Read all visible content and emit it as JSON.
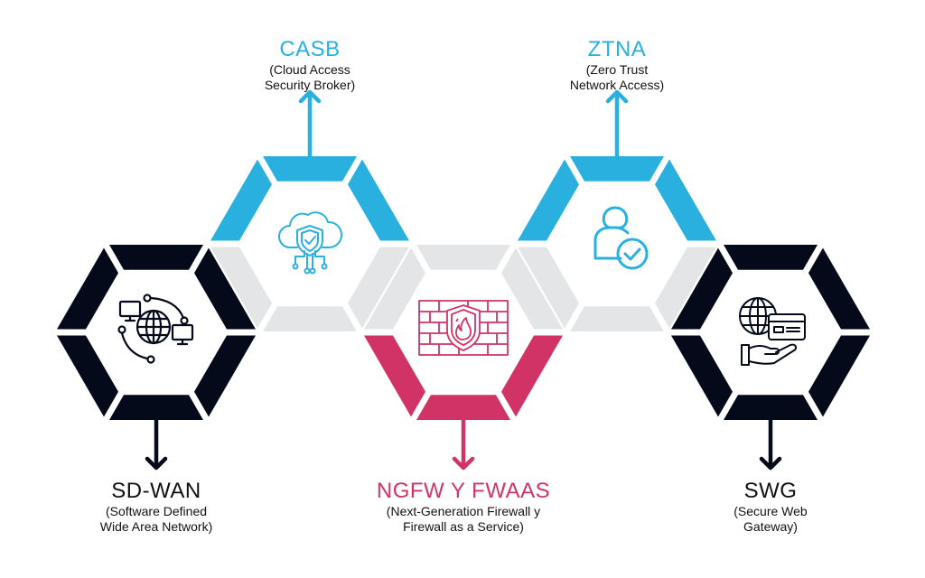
{
  "colors": {
    "blue": "#29b0de",
    "dark": "#050a1a",
    "pink": "#d13366",
    "gray": "#e4e5e7",
    "text_dark": "#111111"
  },
  "nodes": [
    {
      "id": "sdwan",
      "title": "SD-WAN",
      "subtitle_lines": [
        "(Software Defined",
        "Wide Area Network)"
      ],
      "color": "dark",
      "icon": "network-globe-icon",
      "arrow": "down"
    },
    {
      "id": "casb",
      "title": "CASB",
      "subtitle_lines": [
        "(Cloud Access",
        "Security Broker)"
      ],
      "color": "blue",
      "icon": "cloud-shield-icon",
      "arrow": "up"
    },
    {
      "id": "ngfw",
      "title": "NGFW Y FWAAS",
      "subtitle_lines": [
        "(Next-Generation Firewall y",
        "Firewall as a Service)"
      ],
      "color": "pink",
      "icon": "firewall-icon",
      "arrow": "down"
    },
    {
      "id": "ztna",
      "title": "ZTNA",
      "subtitle_lines": [
        "(Zero Trust",
        "Network Access)"
      ],
      "color": "blue",
      "icon": "user-check-icon",
      "arrow": "up"
    },
    {
      "id": "swg",
      "title": "SWG",
      "subtitle_lines": [
        "(Secure Web",
        "Gateway)"
      ],
      "color": "dark",
      "icon": "web-payment-icon",
      "arrow": "down"
    }
  ]
}
